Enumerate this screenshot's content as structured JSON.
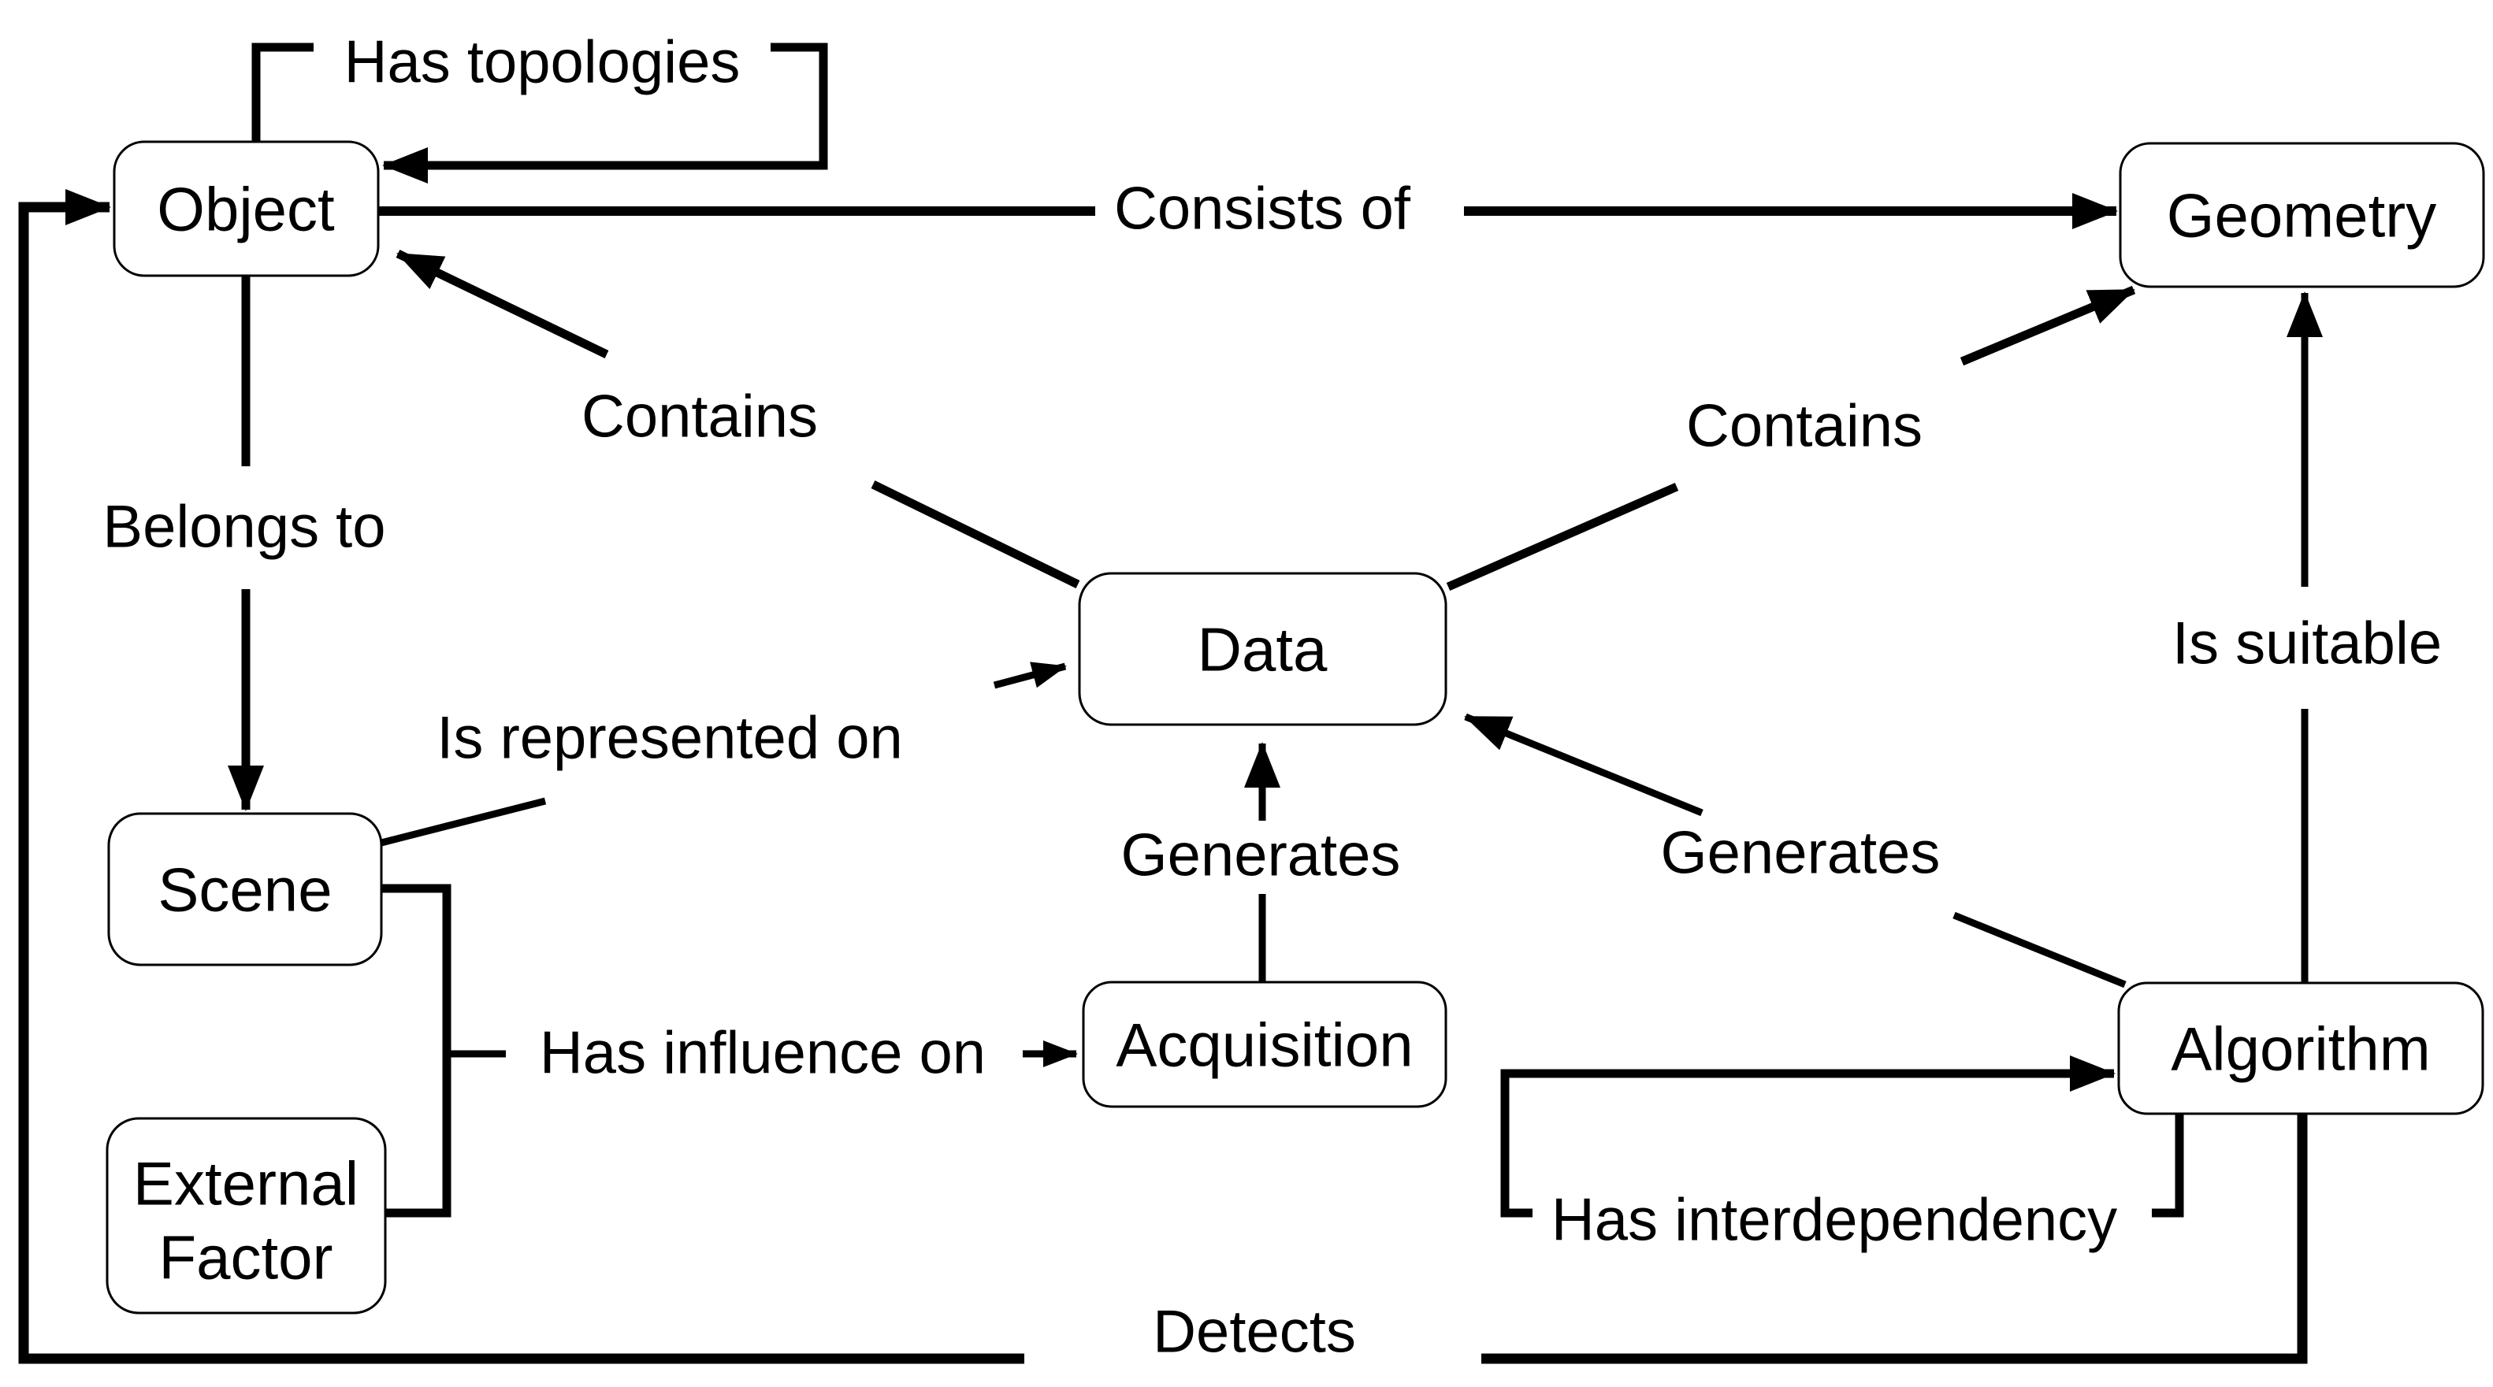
{
  "diagram": {
    "background_color": "#ffffff",
    "line_color": "#000000",
    "node_fill_color": "#ffffff",
    "nodes": {
      "object": {
        "label": "Object"
      },
      "geometry": {
        "label": "Geometry"
      },
      "data": {
        "label": "Data"
      },
      "scene": {
        "label": "Scene"
      },
      "external_factor": {
        "lines": [
          "External",
          "Factor"
        ]
      },
      "acquisition": {
        "label": "Acquisition"
      },
      "algorithm": {
        "label": "Algorithm"
      }
    },
    "edges": {
      "has_topologies": {
        "label": "Has topologies",
        "from": "Object",
        "to": "Object"
      },
      "consists_of": {
        "label": "Consists of",
        "from": "Object",
        "to": "Geometry"
      },
      "contains_left": {
        "label": "Contains",
        "from": "Data",
        "to": "Object"
      },
      "contains_right": {
        "label": "Contains",
        "from": "Data",
        "to": "Geometry"
      },
      "belongs_to": {
        "label": "Belongs to",
        "from": "Object",
        "to": "Scene"
      },
      "is_represented_on": {
        "label": "Is represented on",
        "from": "Scene",
        "to": "Data"
      },
      "has_influence_on": {
        "label": "Has influence on",
        "from": "Scene and External Factor",
        "to": "Acquisition"
      },
      "generates_from_acquisition": {
        "label": "Generates",
        "from": "Acquisition",
        "to": "Data"
      },
      "generates_from_algorithm": {
        "label": "Generates",
        "from": "Algorithm",
        "to": "Data"
      },
      "is_suitable": {
        "label": "Is suitable",
        "from": "Algorithm",
        "to": "Geometry"
      },
      "has_interdependency": {
        "label": "Has interdependency",
        "from": "Algorithm",
        "to": "Algorithm"
      },
      "detects": {
        "label": "Detects",
        "from": "Algorithm",
        "to": "Object"
      }
    }
  }
}
